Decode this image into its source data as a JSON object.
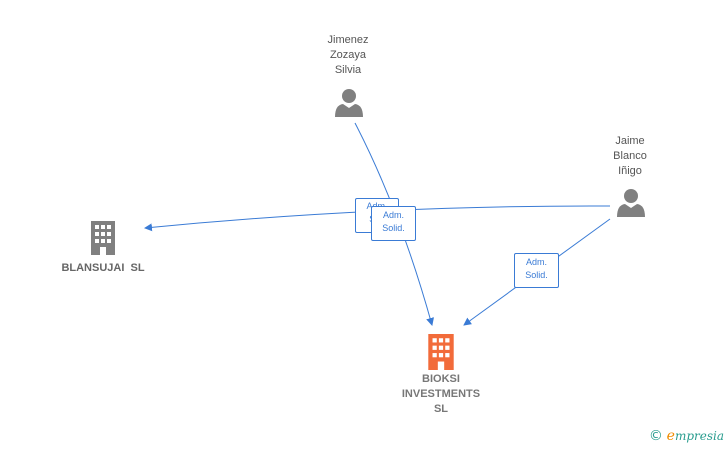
{
  "persons": [
    {
      "id": "p1",
      "lines": [
        "Jimenez",
        "Zozaya",
        "Silvia"
      ]
    },
    {
      "id": "p2",
      "lines": [
        "Jaime",
        "Blanco",
        "Iñigo"
      ]
    }
  ],
  "companies": [
    {
      "id": "c1",
      "lines": [
        "BLANSUJAI  SL"
      ],
      "color": "#808080"
    },
    {
      "id": "c2",
      "lines": [
        "BIOKSI",
        "INVESTMENTS",
        "SL"
      ],
      "color": "#f26b3a"
    }
  ],
  "edge_labels": {
    "a": [
      "Adm.",
      "Sol."
    ],
    "b": [
      "Adm.",
      "Solid."
    ],
    "c": [
      "Adm.",
      "Solid."
    ]
  },
  "colors": {
    "edge": "#3a7bd5",
    "person_icon": "#808080"
  },
  "logo": {
    "copyright": "©",
    "brand_initial": "e",
    "brand_rest": "mpresia"
  }
}
